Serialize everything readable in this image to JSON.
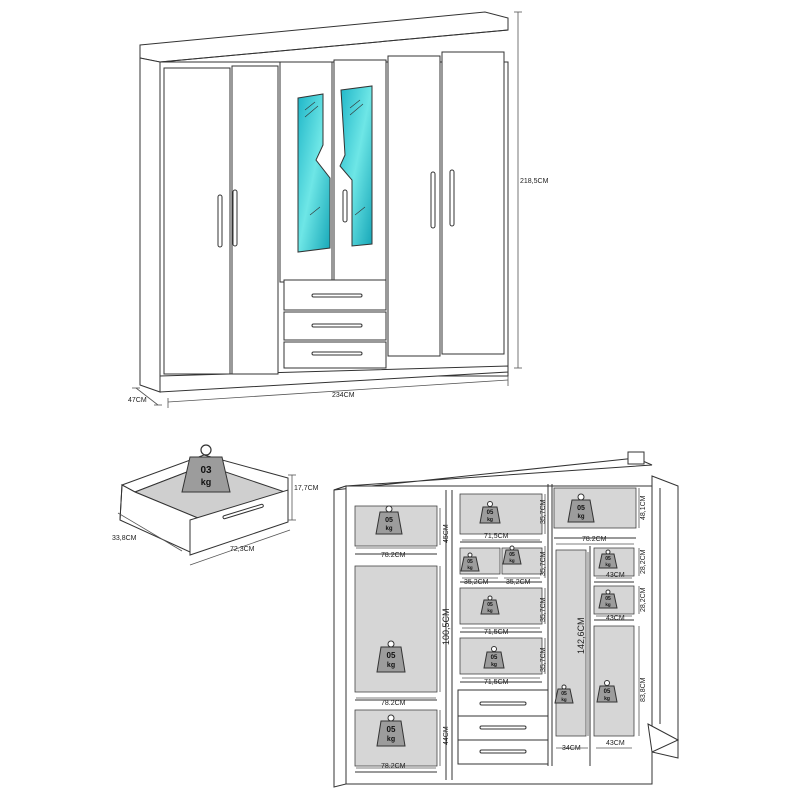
{
  "elevation": {
    "height_label": "218,5CM",
    "width_label": "234CM",
    "depth_label": "47CM",
    "glass_color": "#29c4cc"
  },
  "drawer": {
    "weight": "03",
    "unit": "kg",
    "height_label": "17,7CM",
    "depth_label": "33,8CM",
    "width_label": "72,3CM"
  },
  "interior": {
    "weight_value": "05",
    "weight_unit": "kg",
    "dims": {
      "d1": "78.2CM",
      "d2": "45CM",
      "d3": "100,5CM",
      "d4": "78.2CM",
      "d5": "44CM",
      "d6": "78.2CM",
      "d7": "71,5CM",
      "d8": "35,7CM",
      "d9": "35,2CM",
      "d10": "35,2CM",
      "d11": "35,7CM",
      "d12": "71,5CM",
      "d13": "35,7CM",
      "d14": "71,5CM",
      "d15": "35,7CM",
      "d16": "78.2CM",
      "d17": "48,1CM",
      "d18": "28,2CM",
      "d19": "43CM",
      "d20": "28,2CM",
      "d21": "43CM",
      "d22": "142,6CM",
      "d23": "83,8CM",
      "d24": "34CM",
      "d25": "43CM"
    },
    "panel_color": "#d6d6d6"
  }
}
